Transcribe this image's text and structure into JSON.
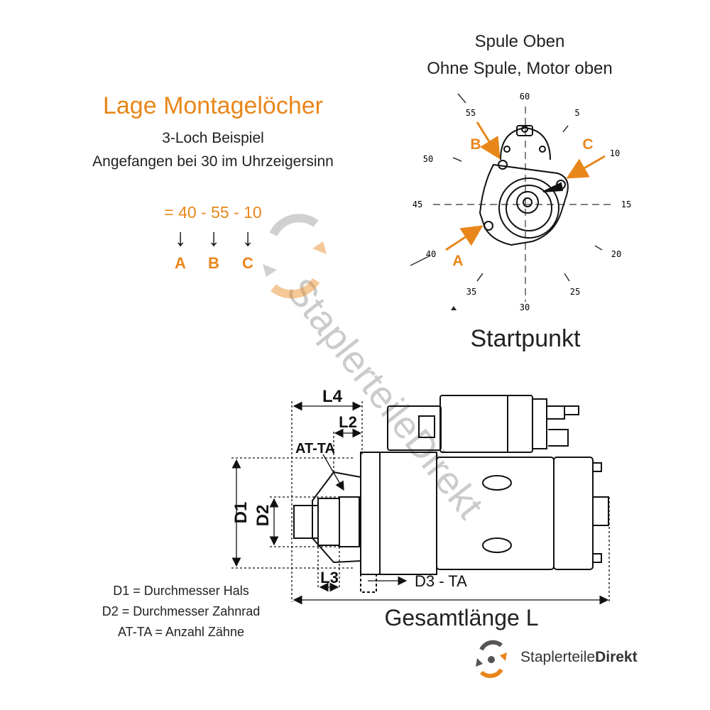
{
  "colors": {
    "accent": "#e8861a",
    "text": "#222222",
    "line": "#111111",
    "watermark": "#8c8c8c"
  },
  "left": {
    "title": "Lage Montagelöcher",
    "subtitle1": "3-Loch Beispiel",
    "subtitle2": "Angefangen bei 30 im Uhrzeigersinn",
    "sequence": "= 40 - 55 - 10",
    "letters": [
      "A",
      "B",
      "C"
    ]
  },
  "clock": {
    "caption1": "Spule Oben",
    "caption2": "Ohne Spule, Motor oben",
    "start_label": "Startpunkt",
    "ticks": [
      "60",
      "5",
      "10",
      "15",
      "20",
      "25",
      "30",
      "35",
      "40",
      "45",
      "50",
      "55"
    ],
    "hole_labels": [
      "A",
      "B",
      "C"
    ]
  },
  "dimensions": {
    "L4": "L4",
    "L2": "L2",
    "AT_TA": "AT-TA",
    "D1": "D1",
    "D2": "D2",
    "L3": "L3",
    "D3": "D3 - TA",
    "total": "Gesamtlänge L"
  },
  "legend": [
    "D1 = Durchmesser Hals",
    "D2 = Durchmesser Zahnrad",
    "AT-TA = Anzahl Zähne"
  ],
  "brand": {
    "name_regular": "Staplerteile",
    "name_bold": "Direkt",
    "icon": "gear-arrows-logo-icon"
  },
  "watermark": "StaplerteileDirekt"
}
